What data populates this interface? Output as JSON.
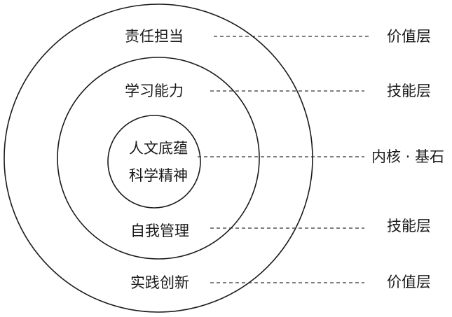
{
  "rings": {
    "outer": {
      "top": "责任担当",
      "bottom": "实践创新"
    },
    "middle": {
      "top": "学习能力",
      "bottom": "自我管理"
    },
    "inner": {
      "line1": "人文底蕴",
      "line2": "科学精神"
    }
  },
  "layers": {
    "outer_top": "价值层",
    "middle_top": "技能层",
    "core": "内核 · 基石",
    "middle_bottom": "技能层",
    "outer_bottom": "价值层"
  }
}
